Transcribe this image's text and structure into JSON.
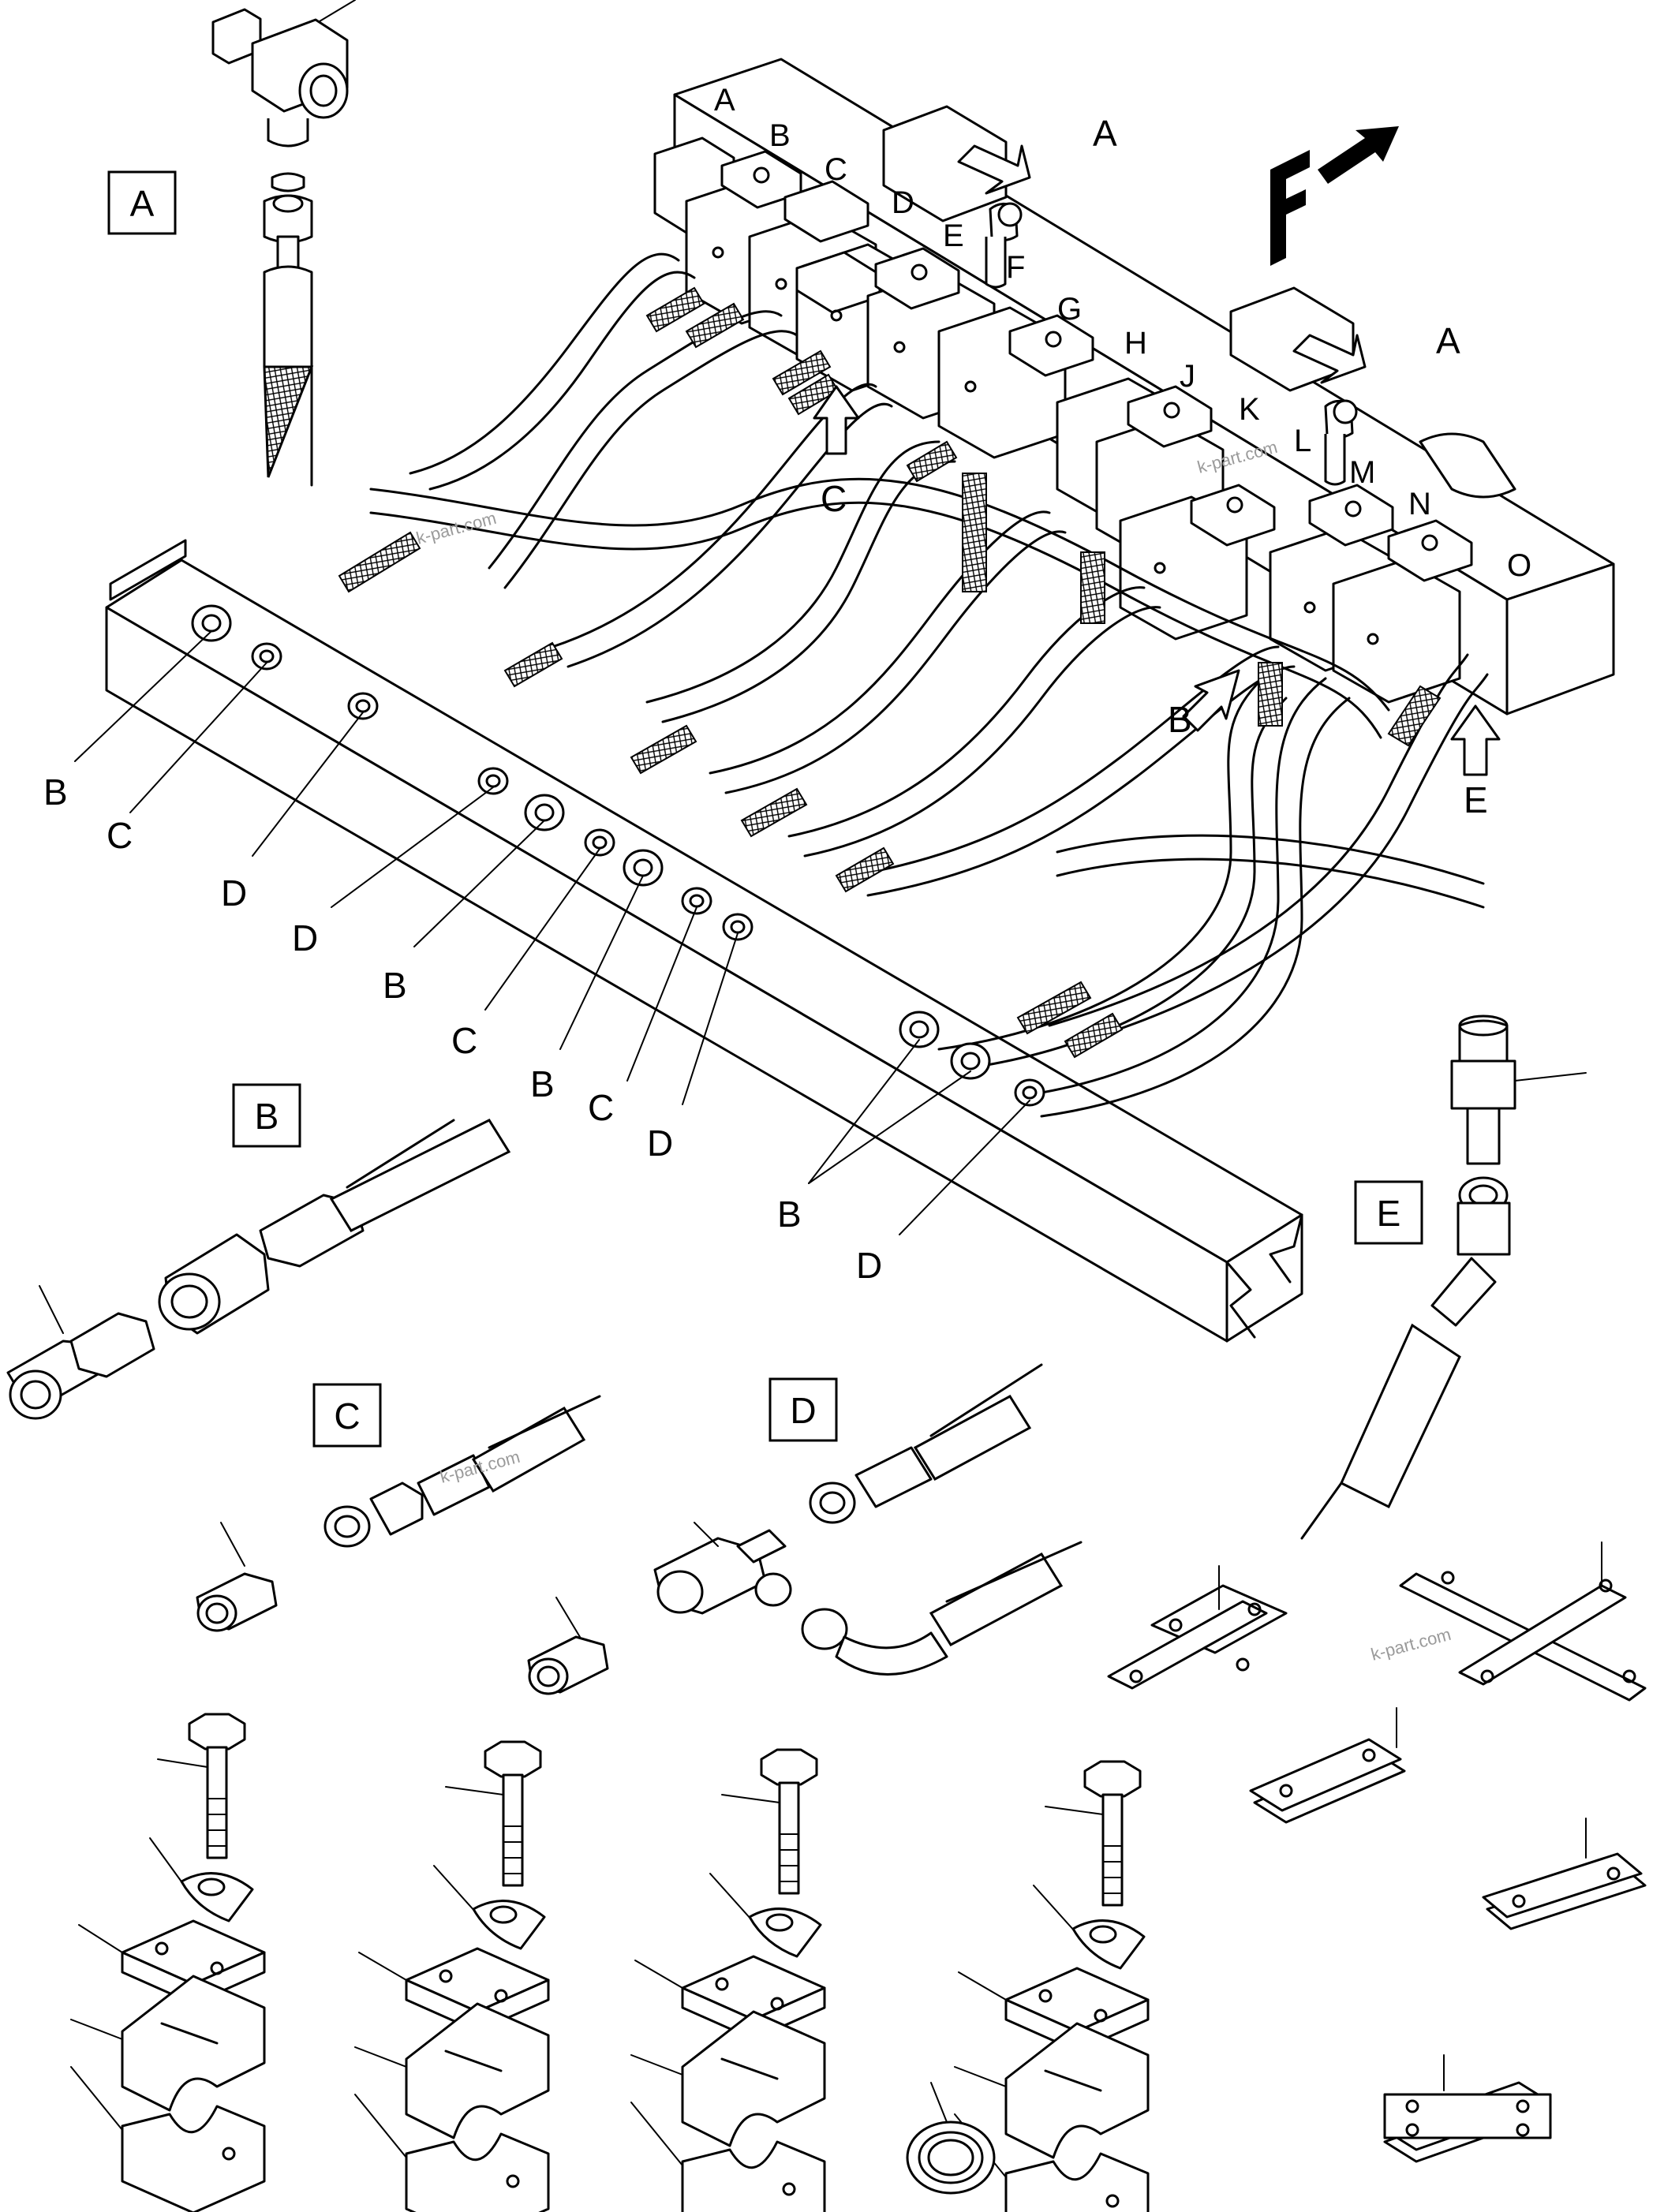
{
  "callouts": {
    "A": "A",
    "B": "B",
    "C": "C",
    "D": "D",
    "E": "E",
    "F": "F",
    "G": "G",
    "H": "H",
    "J": "J",
    "K": "K",
    "L": "L",
    "M": "M",
    "N": "N",
    "O": "O"
  },
  "detail_boxes": [
    "A",
    "B",
    "C",
    "D",
    "E"
  ],
  "arrow_labels": {
    "A1": "A",
    "A2": "A",
    "C": "C",
    "B": "B",
    "E": "E"
  },
  "hose_labels": [
    "B",
    "C",
    "D",
    "D",
    "B",
    "C",
    "B",
    "C",
    "D",
    "B",
    "D"
  ],
  "front_mark": "F",
  "watermark": "k-part.com"
}
